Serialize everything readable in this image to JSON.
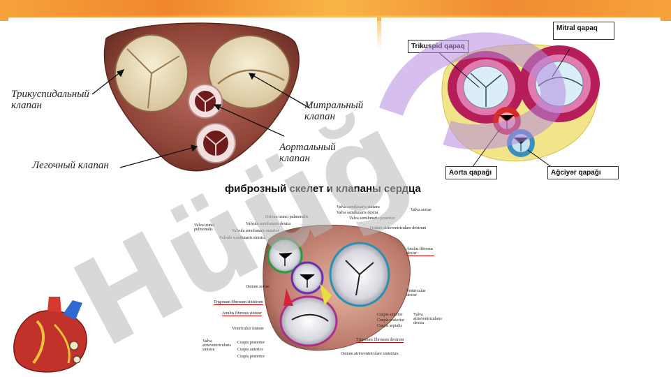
{
  "slide": {
    "title": "фиброзный скелет и клапаны сердца"
  },
  "panel_top_left": {
    "labels": {
      "tricuspid_line1": "Трикуспидальный",
      "tricuspid_line2": "клапан",
      "mitral_line1": "Митральный",
      "mitral_line2": "клапан",
      "aortic_line1": "Аортальный",
      "aortic_line2": "клапан",
      "pulmonary": "Легочный клапан"
    }
  },
  "panel_top_right": {
    "labels": {
      "tricuspid": "Trikuspid qapaq",
      "mitral": "Mitral qapaq",
      "aorta": "Aorta qapağı",
      "pulmonary": "Ağciyər qapağı"
    }
  },
  "panel_bottom": {
    "labels": [
      {
        "text": "Valva semilunaris sinistra"
      },
      {
        "text": "Valva semilunaris dextra"
      },
      {
        "text": "Valva semilunaris posterior"
      },
      {
        "text": "Valva aortae"
      },
      {
        "text": "Ostium trunci pulmonalis"
      },
      {
        "text": "Valvula semilunaris dextra"
      },
      {
        "text": "Valvula semilunaris anterior"
      },
      {
        "text": "Valva trunci pulmonalis"
      },
      {
        "text": "Valvula semilunaris sinistra"
      },
      {
        "text": "Ostium atrioventriculare dextrum"
      },
      {
        "text": "Anulus fibrosus dexter"
      },
      {
        "text": "Ostium aortae"
      },
      {
        "text": "Trigonum fibrosum sinistrum"
      },
      {
        "text": "Anulus fibrosus sinister"
      },
      {
        "text": "Ventriculus dexter"
      },
      {
        "text": "Cuspis anterior"
      },
      {
        "text": "Cuspis posterior"
      },
      {
        "text": "Cuspis septalis"
      },
      {
        "text": "Valva atrioventricularis dextra"
      },
      {
        "text": "Ventriculus sinister"
      },
      {
        "text": "Trigonum fibrosum dextrum"
      },
      {
        "text": "Valva atrioventricularis sinistra"
      },
      {
        "text": "Cuspis posterior"
      },
      {
        "text": "Cuspis anterior"
      },
      {
        "text": "Cuspis posterior"
      },
      {
        "text": "Ostium atrioventriculare sinistrum"
      }
    ]
  },
  "watermark": {
    "text": "Hüüğ"
  },
  "colors": {
    "top_band": "#f08a33",
    "watermark_gray": "#c8c8c8",
    "watermark_purple": "#b58be0"
  }
}
